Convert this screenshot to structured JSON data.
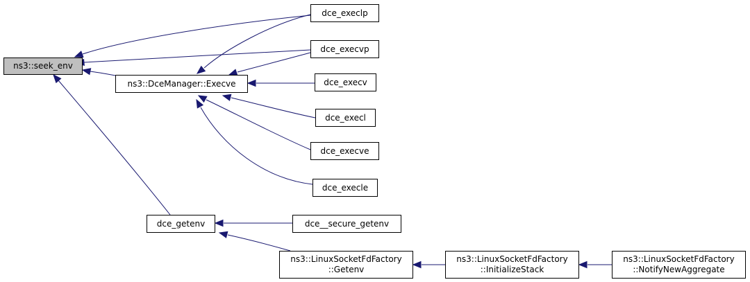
{
  "colors": {
    "edge": "#191970",
    "node_border": "#000000",
    "root_fill": "#bfbfbf",
    "node_fill": "#ffffff"
  },
  "nodes": {
    "seek_env": {
      "lines": [
        "ns3::seek_env"
      ],
      "interactable": false
    },
    "execve_mgr": {
      "lines": [
        "ns3::DceManager::Execve"
      ],
      "interactable": true
    },
    "dce_execlp": {
      "lines": [
        "dce_execlp"
      ],
      "interactable": true
    },
    "dce_execvp": {
      "lines": [
        "dce_execvp"
      ],
      "interactable": true
    },
    "dce_execv": {
      "lines": [
        "dce_execv"
      ],
      "interactable": true
    },
    "dce_execl": {
      "lines": [
        "dce_execl"
      ],
      "interactable": true
    },
    "dce_execve": {
      "lines": [
        "dce_execve"
      ],
      "interactable": true
    },
    "dce_execle": {
      "lines": [
        "dce_execle"
      ],
      "interactable": true
    },
    "dce_getenv": {
      "lines": [
        "dce_getenv"
      ],
      "interactable": true
    },
    "dce_secure_getenv": {
      "lines": [
        "dce__secure_getenv"
      ],
      "interactable": true
    },
    "lsff_getenv": {
      "lines": [
        "ns3::LinuxSocketFdFactory",
        "::Getenv"
      ],
      "interactable": true
    },
    "lsff_init": {
      "lines": [
        "ns3::LinuxSocketFdFactory",
        "::InitializeStack"
      ],
      "interactable": true
    },
    "lsff_notify": {
      "lines": [
        "ns3::LinuxSocketFdFactory",
        "::NotifyNewAggregate"
      ],
      "interactable": true
    }
  },
  "edges": [
    {
      "from": "dce_execlp",
      "to": "seek_env"
    },
    {
      "from": "dce_execvp",
      "to": "seek_env"
    },
    {
      "from": "execve_mgr",
      "to": "seek_env"
    },
    {
      "from": "dce_getenv",
      "to": "seek_env"
    },
    {
      "from": "dce_execlp",
      "to": "execve_mgr"
    },
    {
      "from": "dce_execvp",
      "to": "execve_mgr"
    },
    {
      "from": "dce_execv",
      "to": "execve_mgr"
    },
    {
      "from": "dce_execl",
      "to": "execve_mgr"
    },
    {
      "from": "dce_execve",
      "to": "execve_mgr"
    },
    {
      "from": "dce_execle",
      "to": "execve_mgr"
    },
    {
      "from": "dce_secure_getenv",
      "to": "dce_getenv"
    },
    {
      "from": "lsff_getenv",
      "to": "dce_getenv"
    },
    {
      "from": "lsff_init",
      "to": "lsff_getenv"
    },
    {
      "from": "lsff_notify",
      "to": "lsff_init"
    }
  ]
}
